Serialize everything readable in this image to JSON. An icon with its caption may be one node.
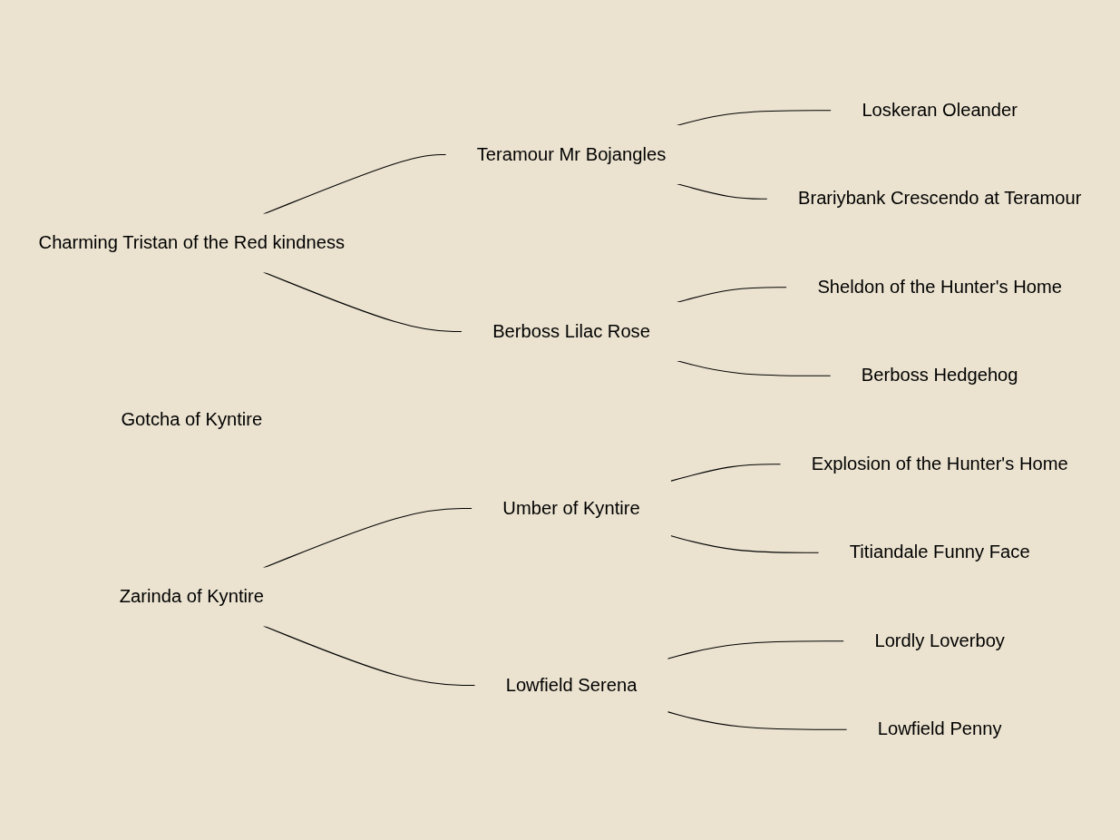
{
  "diagram": {
    "nodes": [
      {
        "text": [
          "Charming Tristan of the Red kindness"
        ]
      },
      {
        "text": [
          "Teramour Mr Bojangles"
        ]
      },
      {
        "text": [
          "Loskeran Oleander"
        ]
      },
      {
        "text": [
          "Brariybank Crescendo at Teramour"
        ]
      },
      {
        "text": [
          "Berboss Lilac Rose"
        ]
      },
      {
        "text": [
          "Sheldon of the Hunter's Home"
        ]
      },
      {
        "text": [
          "Berboss Hedgehog"
        ]
      },
      {
        "text": [
          "Gotcha of Kyntire"
        ]
      },
      {
        "text": [
          "Zarinda of Kyntire"
        ]
      },
      {
        "text": [
          "Umber of Kyntire"
        ]
      },
      {
        "text": [
          "Explosion of the Hunter's Home"
        ]
      },
      {
        "text": [
          "Titiandale Funny Face"
        ]
      },
      {
        "text": [
          "Lowfield Serena"
        ]
      },
      {
        "text": [
          "Lordly Loverboy"
        ]
      },
      {
        "text": [
          "Lowfield Penny"
        ]
      }
    ],
    "edges": [
      {
        "from": 0,
        "to": 1,
        "arrow": "none"
      },
      {
        "from": 0,
        "to": 4,
        "arrow": "none"
      },
      {
        "from": 1,
        "to": 2,
        "arrow": "none"
      },
      {
        "from": 1,
        "to": 3,
        "arrow": "none"
      },
      {
        "from": 4,
        "to": 5,
        "arrow": "none"
      },
      {
        "from": 4,
        "to": 6,
        "arrow": "none"
      },
      {
        "from": 8,
        "to": 9,
        "arrow": "none"
      },
      {
        "from": 8,
        "to": 12,
        "arrow": "none"
      },
      {
        "from": 9,
        "to": 10,
        "arrow": "none"
      },
      {
        "from": 9,
        "to": 11,
        "arrow": "none"
      },
      {
        "from": 12,
        "to": 13,
        "arrow": "none"
      },
      {
        "from": 12,
        "to": 14,
        "arrow": "none"
      }
    ]
  }
}
